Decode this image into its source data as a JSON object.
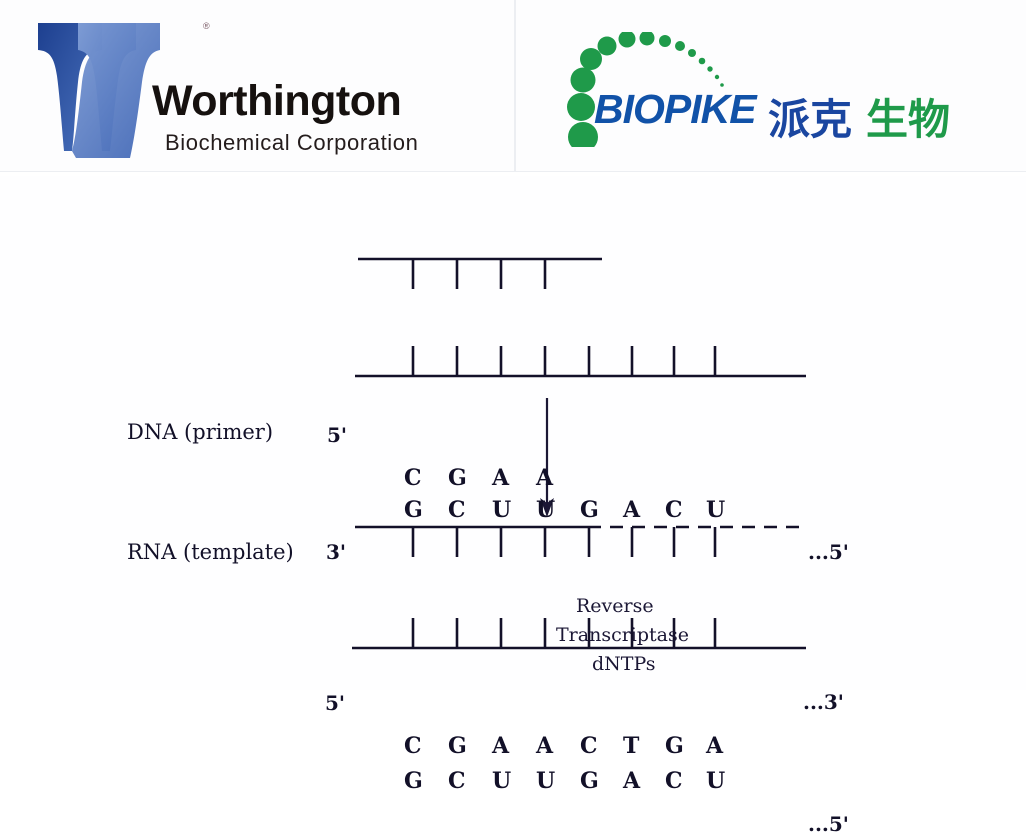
{
  "header": {
    "left_logo": {
      "name": "worthington-logo",
      "brand": "Worthington",
      "subtitle": "Biochemical  Corporation",
      "trademark": "®",
      "mark_color": "#2c4f9e"
    },
    "right_logo": {
      "name": "biopike-logo",
      "brand": "BIOPIKE",
      "chinese_blue": "派克",
      "chinese_green": "生物",
      "dot_color": "#1f9a4a",
      "word_color": "#1152a8"
    }
  },
  "diagram": {
    "title": "reverse-transcription-schematic",
    "top": {
      "dna_label": "DNA (primer)",
      "rna_label": "RNA (template)",
      "dna_five_prime": "5'",
      "rna_three_prime": "3'",
      "rna_five_prime_end": "...5'",
      "dna_bases": [
        "C",
        "G",
        "A",
        "A"
      ],
      "rna_bases": [
        "G",
        "C",
        "U",
        "U",
        "G",
        "A",
        "C",
        "U"
      ]
    },
    "arrow": {
      "line1": "Reverse",
      "line2": "Transcriptase",
      "line3": "dNTPs"
    },
    "bottom": {
      "five_prime": "5'",
      "three_prime_end": "...3'",
      "five_prime_end": "...5'",
      "dna_bases": [
        "C",
        "G",
        "A",
        "A",
        "C",
        "T",
        "G",
        "A"
      ],
      "rna_bases": [
        "G",
        "C",
        "U",
        "U",
        "G",
        "A",
        "C",
        "U"
      ]
    }
  },
  "colors": {
    "ink": "#121028",
    "background": "#ffffff",
    "panel": "#fdfdfe"
  }
}
